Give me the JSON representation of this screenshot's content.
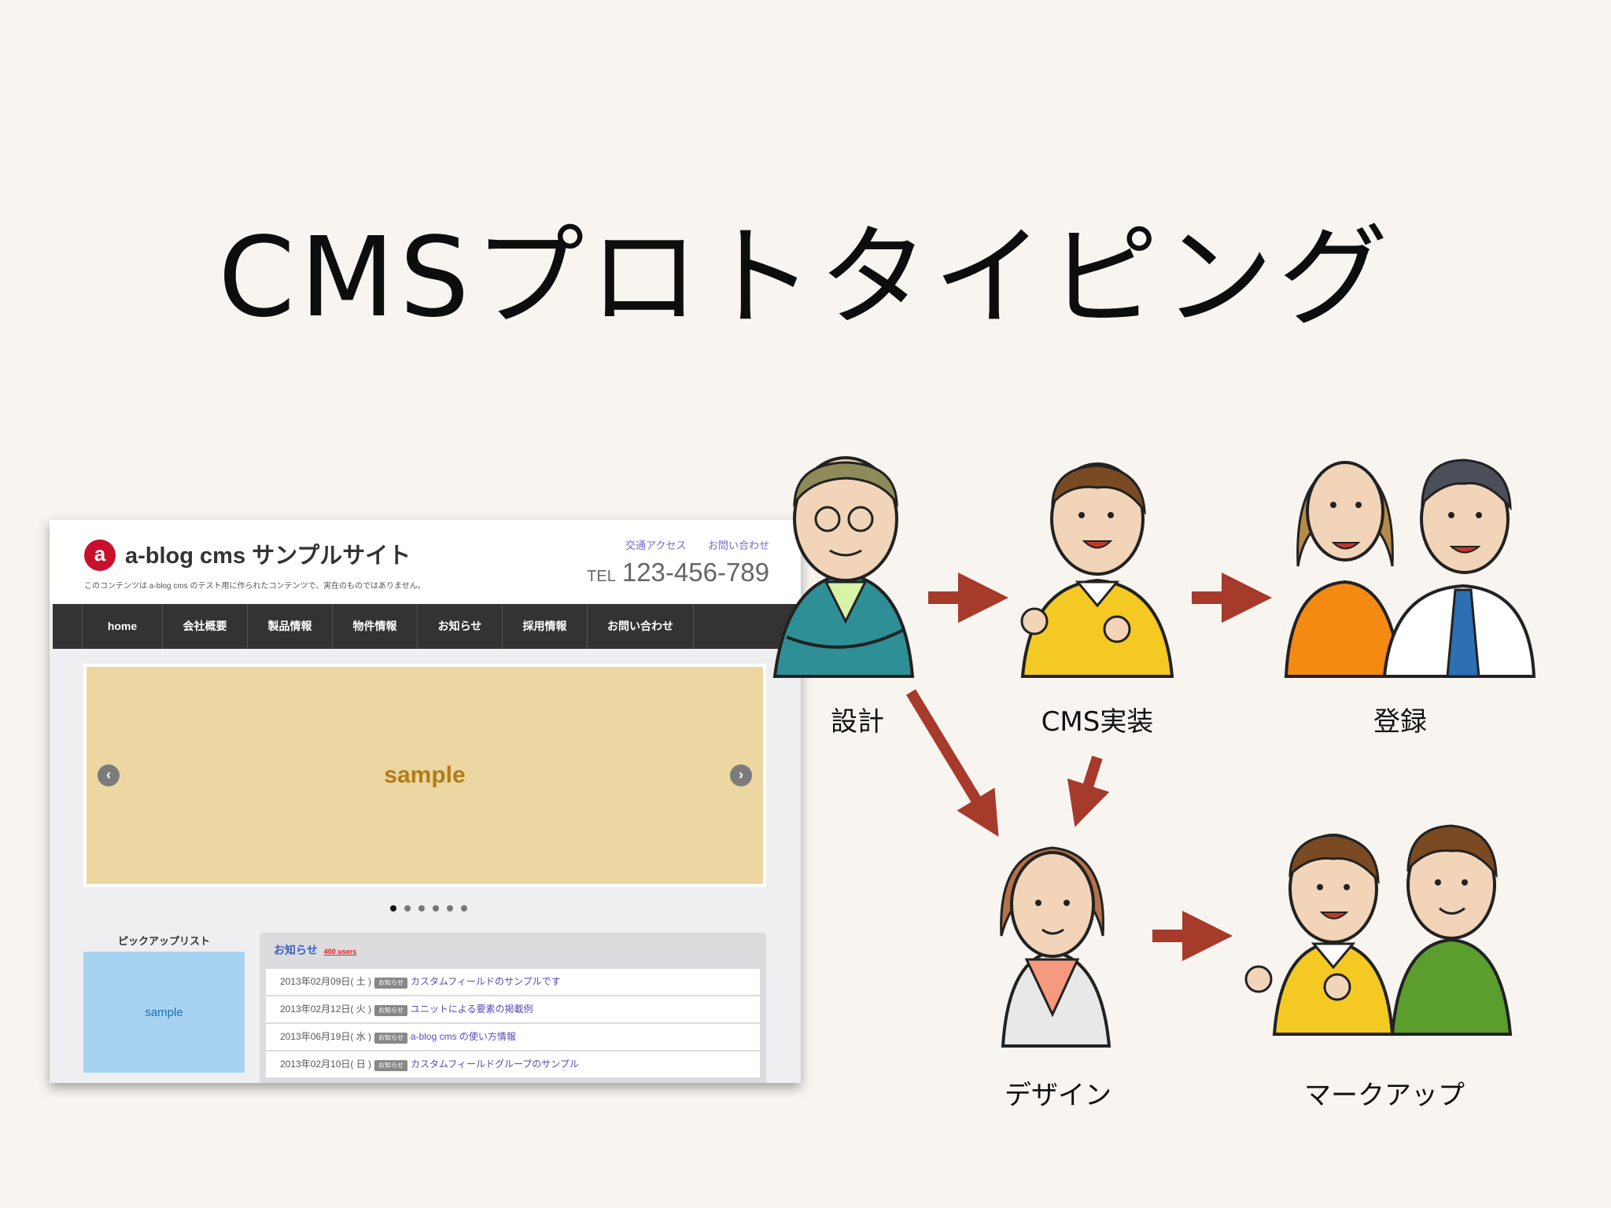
{
  "title": "CMSプロトタイピング",
  "website": {
    "logo_glyph": "a",
    "name": "a-blog cms サンプルサイト",
    "description": "このコンテンツは a-blog cms のテスト用に作られたコンテンツで、実在のものではありません。",
    "top_links": [
      "交通アクセス",
      "お問い合わせ"
    ],
    "tel_label": "TEL",
    "tel_number": "123-456-789",
    "nav": [
      "home",
      "会社概要",
      "製品情報",
      "物件情報",
      "お知らせ",
      "採用情報",
      "お問い合わせ"
    ],
    "slider_text": "sample",
    "slider_prev": "‹",
    "slider_next": "›",
    "slider_dot_count": 6,
    "pickup_title": "ピックアップリスト",
    "pickup_text": "sample",
    "news_title": "お知らせ",
    "news_users": "400 users",
    "news": [
      {
        "date": "2013年02月09日( 土 )",
        "tag": "お知らせ",
        "title": "カスタムフィールドのサンプルです"
      },
      {
        "date": "2013年02月12日( 火 )",
        "tag": "お知らせ",
        "title": "ユニットによる要素の掲載例"
      },
      {
        "date": "2013年06月19日( 水 )",
        "tag": "お知らせ",
        "title": "a-blog cms の使い方情報"
      },
      {
        "date": "2013年02月10日( 日 )",
        "tag": "お知らせ",
        "title": "カスタムフィールドグループのサンプル"
      }
    ]
  },
  "roles": {
    "design_spec": "設計",
    "cms_impl": "CMS実装",
    "registration": "登録",
    "design": "デザイン",
    "markup": "マークアップ"
  },
  "colors": {
    "background": "#f8f5f0",
    "arrow": "#a63a2b",
    "logo": "#c8102e",
    "nav": "#333333",
    "slider": "#ecd6a2",
    "pickup": "#a8d2f2"
  }
}
